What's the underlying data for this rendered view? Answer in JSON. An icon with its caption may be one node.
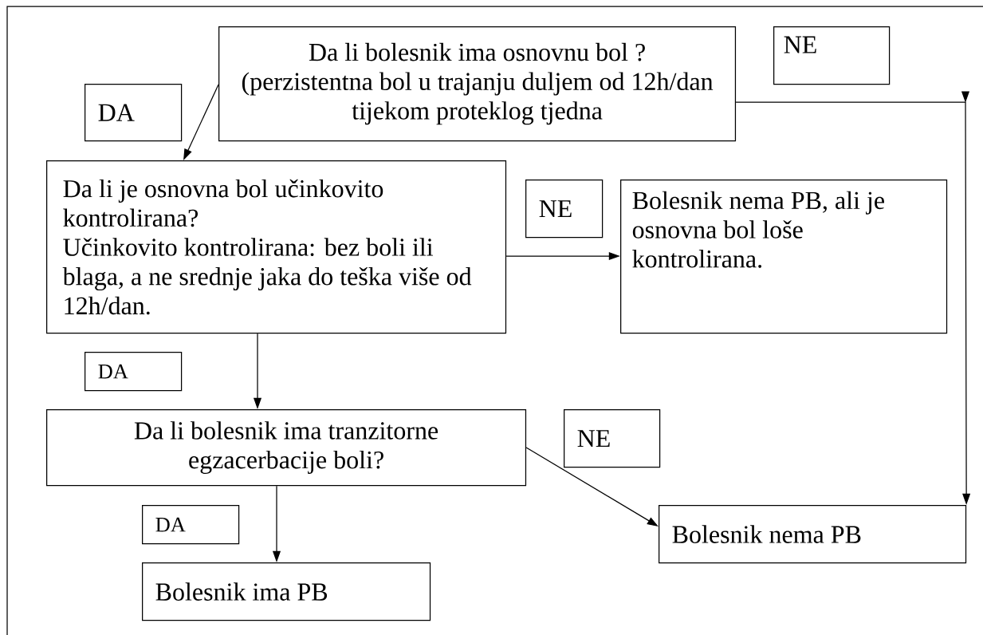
{
  "diagram": {
    "nodes": [
      {
        "text": [
          "Da li bolesnik ima osnovnu bol ?",
          "(perzistentna bol u trajanju duljem od 12h/dan tijekom proteklog tjedna"
        ]
      },
      {
        "text": [
          "NE"
        ]
      },
      {
        "text": [
          "DA"
        ]
      },
      {
        "text": [
          "Da li je osnovna bol učinkovito kontrolirana?",
          "Učinkovito kontrolirana: bez boli ili blaga, a ne srednje jaka do teška više od 12h/dan."
        ]
      },
      {
        "text": [
          "NE"
        ]
      },
      {
        "text": [
          "Bolesnik nema PB, ali je osnovna bol loše kontrolirana."
        ]
      },
      {
        "text": [
          "DA"
        ]
      },
      {
        "text": [
          "Da li bolesnik ima tranzitorne egzacerbacije boli?"
        ]
      },
      {
        "text": [
          "NE"
        ]
      },
      {
        "text": [
          "DA"
        ]
      },
      {
        "text": [
          "Bolesnik nema PB"
        ]
      },
      {
        "text": [
          "Bolesnik ima PB"
        ]
      }
    ],
    "edges": [
      {
        "from": 0,
        "to": 3,
        "arrow": "to"
      },
      {
        "from": 0,
        "to": 10,
        "arrow": "to"
      },
      {
        "from": 3,
        "to": 5,
        "arrow": "to"
      },
      {
        "from": 3,
        "to": 7,
        "arrow": "to"
      },
      {
        "from": 7,
        "to": 10,
        "arrow": "to"
      },
      {
        "from": 7,
        "to": 11,
        "arrow": "to"
      }
    ]
  }
}
